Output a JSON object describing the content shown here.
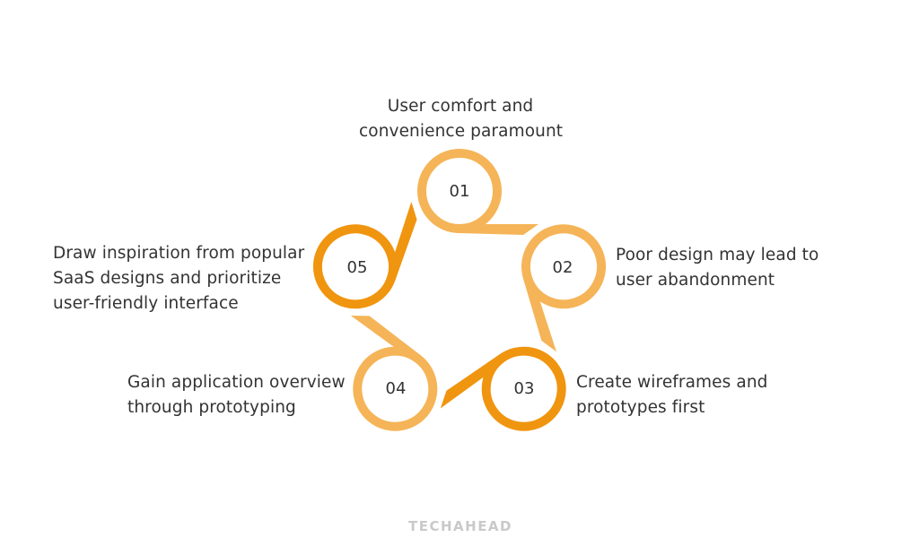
{
  "colors": {
    "light_orange": "#F5B457",
    "dark_orange": "#F0950F",
    "text": "#333333",
    "logo": "#C9C9C9",
    "background": "#FFFFFF"
  },
  "steps": [
    {
      "number": "01",
      "lines": [
        "User comfort and",
        "convenience paramount"
      ],
      "shade": "light"
    },
    {
      "number": "02",
      "lines": [
        "Poor design may lead to",
        "user abandonment"
      ],
      "shade": "light"
    },
    {
      "number": "03",
      "lines": [
        "Create wireframes and",
        "prototypes first"
      ],
      "shade": "dark"
    },
    {
      "number": "04",
      "lines": [
        "Gain application overview",
        "through prototyping"
      ],
      "shade": "light"
    },
    {
      "number": "05",
      "lines": [
        "Draw inspiration from popular",
        "SaaS designs and prioritize",
        "user-friendly interface"
      ],
      "shade": "dark"
    }
  ],
  "footer": {
    "logo_text": "TECHAHEAD"
  }
}
